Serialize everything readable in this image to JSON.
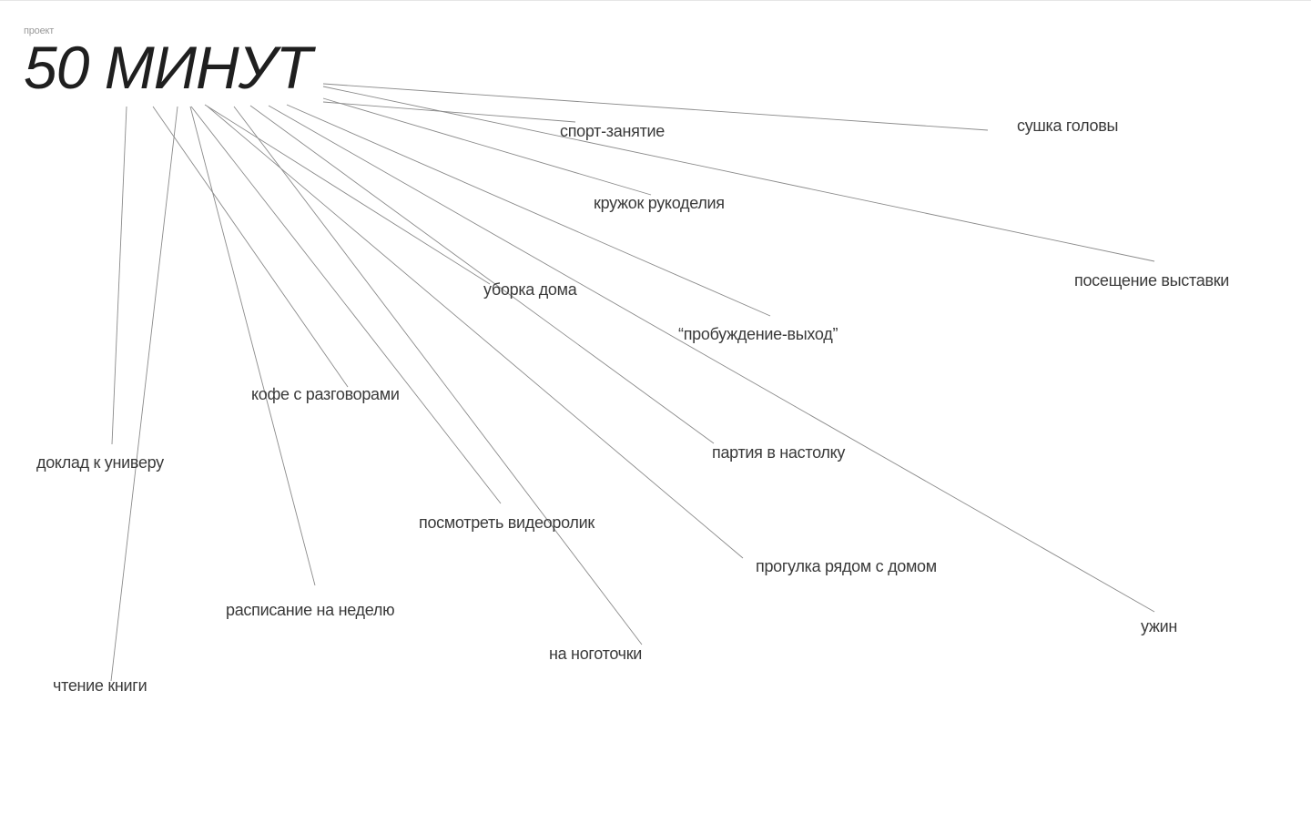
{
  "header": {
    "eyebrow": "проект",
    "title": "50 МИНУТ"
  },
  "nodes": [
    {
      "id": "sushka",
      "label": "сушка головы"
    },
    {
      "id": "sport",
      "label": "спорт-занятие"
    },
    {
      "id": "kruzhok",
      "label": "кружок рукоделия"
    },
    {
      "id": "vystavka",
      "label": "посещение выставки"
    },
    {
      "id": "uborka",
      "label": "уборка дома"
    },
    {
      "id": "probuzhdenie",
      "label": "“пробуждение-выход”"
    },
    {
      "id": "kofe",
      "label": "кофе с разговорами"
    },
    {
      "id": "doklad",
      "label": "доклад к универу"
    },
    {
      "id": "partiya",
      "label": "партия в настолку"
    },
    {
      "id": "video",
      "label": "посмотреть видеоролик"
    },
    {
      "id": "progulka",
      "label": "прогулка рядом с домом"
    },
    {
      "id": "raspisanie",
      "label": "расписание на неделю"
    },
    {
      "id": "uzhin",
      "label": "ужин"
    },
    {
      "id": "nogotochki",
      "label": "на ноготочки"
    },
    {
      "id": "chtenie",
      "label": "чтение книги"
    }
  ]
}
